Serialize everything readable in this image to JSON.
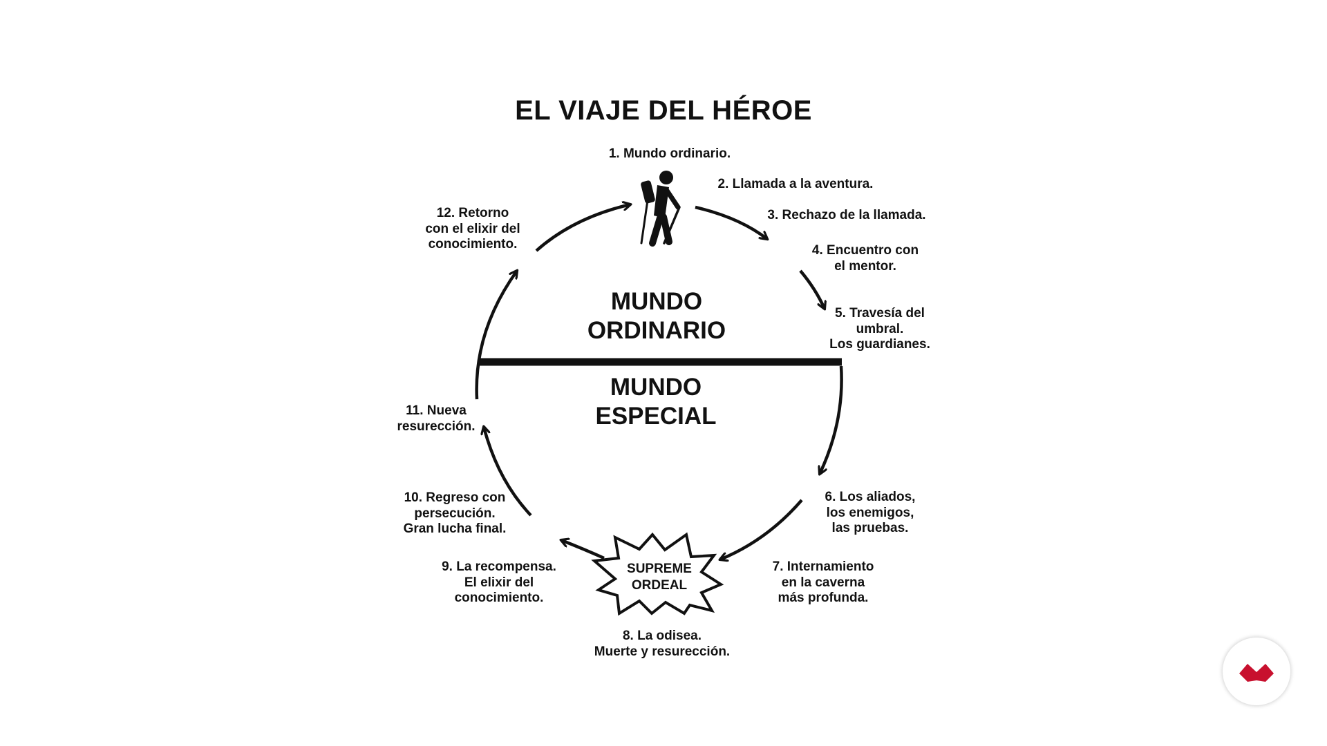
{
  "title": "EL VIAJE DEL HÉROE",
  "worlds": {
    "ordinary": [
      "MUNDO",
      "ORDINARIO"
    ],
    "special": [
      "MUNDO",
      "ESPECIAL"
    ]
  },
  "ordeal": [
    "SUPREME",
    "ORDEAL"
  ],
  "stages": [
    [
      "1. Mundo ordinario."
    ],
    [
      "2. Llamada a la aventura."
    ],
    [
      "3. Rechazo de la llamada."
    ],
    [
      "4. Encuentro con",
      "el mentor."
    ],
    [
      "5. Travesía del",
      "umbral.",
      "Los guardianes."
    ],
    [
      "6. Los aliados,",
      "los enemigos,",
      "las pruebas."
    ],
    [
      "7. Internamiento",
      "en la caverna",
      "más profunda."
    ],
    [
      "8. La odisea.",
      "Muerte y resurección."
    ],
    [
      "9. La recompensa.",
      "El elixir del",
      "conocimiento."
    ],
    [
      "10. Regreso con",
      "persecución.",
      "Gran lucha final."
    ],
    [
      "11. Nueva",
      "resurección."
    ],
    [
      "12. Retorno",
      "con el elixir del",
      "conocimiento."
    ]
  ],
  "colors": {
    "ink": "#111111",
    "logo_red": "#c8102e"
  },
  "icons": {
    "hero": "hiker-icon",
    "logo": "brand-logo-icon"
  }
}
